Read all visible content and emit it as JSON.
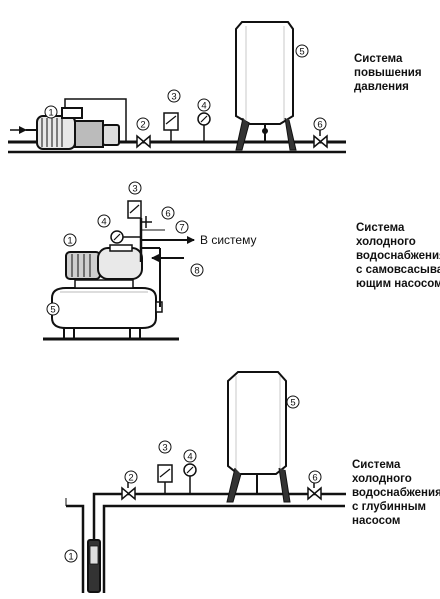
{
  "callouts": [
    "1",
    "2",
    "3",
    "4",
    "5",
    "6",
    "7",
    "8"
  ],
  "flow_label": "В систему",
  "captions": {
    "system1": [
      "Система",
      "повышения",
      "давления"
    ],
    "system2": [
      "Система",
      "холодного",
      "водоснабжения",
      "с самовсасыва-",
      "ющим насосом"
    ],
    "system3": [
      "Система",
      "холодного",
      "водоснабжения",
      "с глубинным",
      "насосом"
    ]
  }
}
